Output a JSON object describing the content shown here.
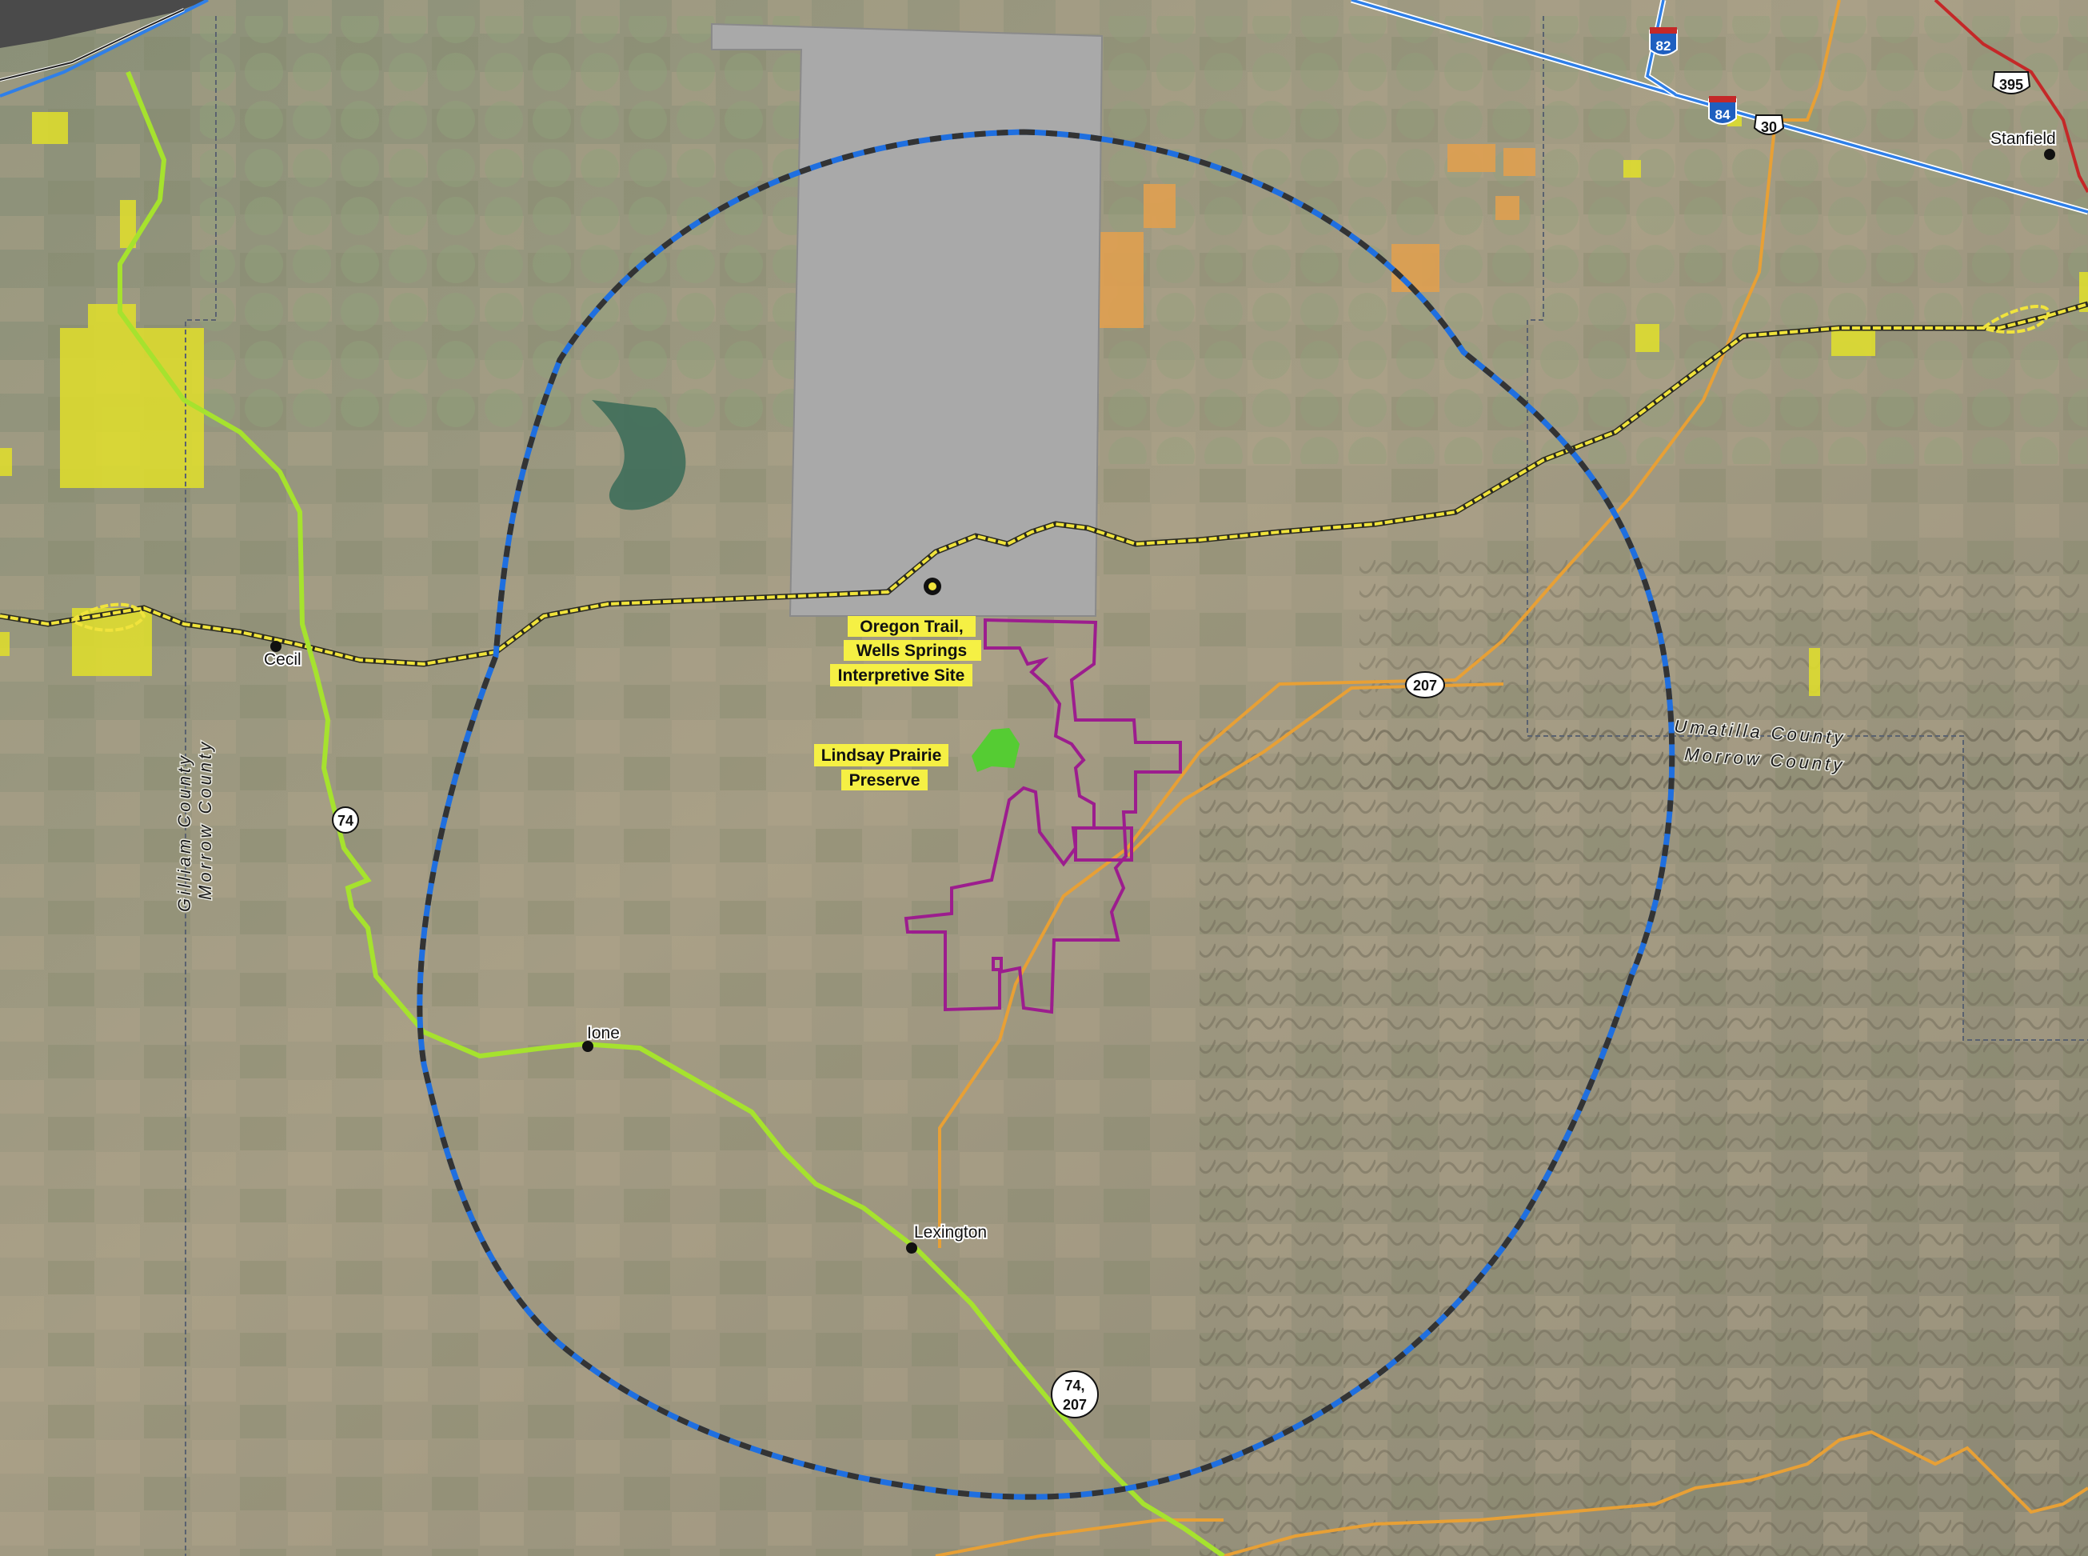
{
  "map": {
    "towns": [
      {
        "name": "Stanfield"
      },
      {
        "name": "Cecil"
      },
      {
        "name": "Ione"
      },
      {
        "name": "Lexington"
      }
    ],
    "poi": {
      "oregon_trail": [
        "Oregon Trail,",
        "Wells Springs",
        "Interpretive Site"
      ],
      "lindsay_prairie": [
        "Lindsay Prairie",
        "Preserve"
      ]
    },
    "counties": {
      "gilliam": "Gilliam County",
      "morrow_west": "Morrow County",
      "umatilla": "Umatilla County",
      "morrow_east": "Morrow County"
    },
    "shields": {
      "i82": "82",
      "i84": "84",
      "us30": "30",
      "us395": "395",
      "or207": "207",
      "or74": "74",
      "or74_207": [
        "74,",
        "207"
      ]
    },
    "colors": {
      "radius_ring": "#1f6fe0",
      "project_boundary": "#9c1d8e",
      "restricted_area": "#a9a9a9",
      "oregon_trail": "#f0e33c",
      "state_highway": "#a6e22e",
      "county_road": "#e8a035",
      "interstate": "#2f7fe8",
      "us_highway": "#c42828",
      "preserve": "#55cc33",
      "yellow_parcels": "#e2e02a",
      "orange_parcels": "#e0a050"
    }
  }
}
